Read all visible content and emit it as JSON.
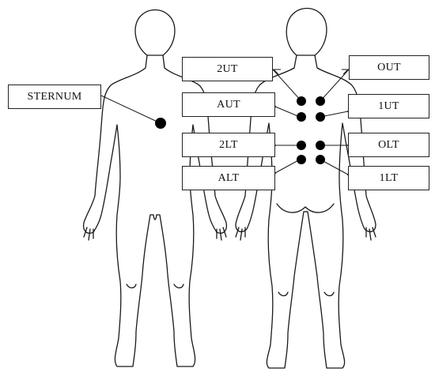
{
  "colors": {
    "outline": "#1a1a1a",
    "electrode": "#000000",
    "box_border": "#222222",
    "background": "#ffffff"
  },
  "labels": {
    "sternum": "STERNUM",
    "two_ut": "2UT",
    "aut": "AUT",
    "two_lt": "2LT",
    "alt": "ALT",
    "out": "OUT",
    "one_ut": "1UT",
    "olt": "OLT",
    "one_lt": "1LT"
  }
}
